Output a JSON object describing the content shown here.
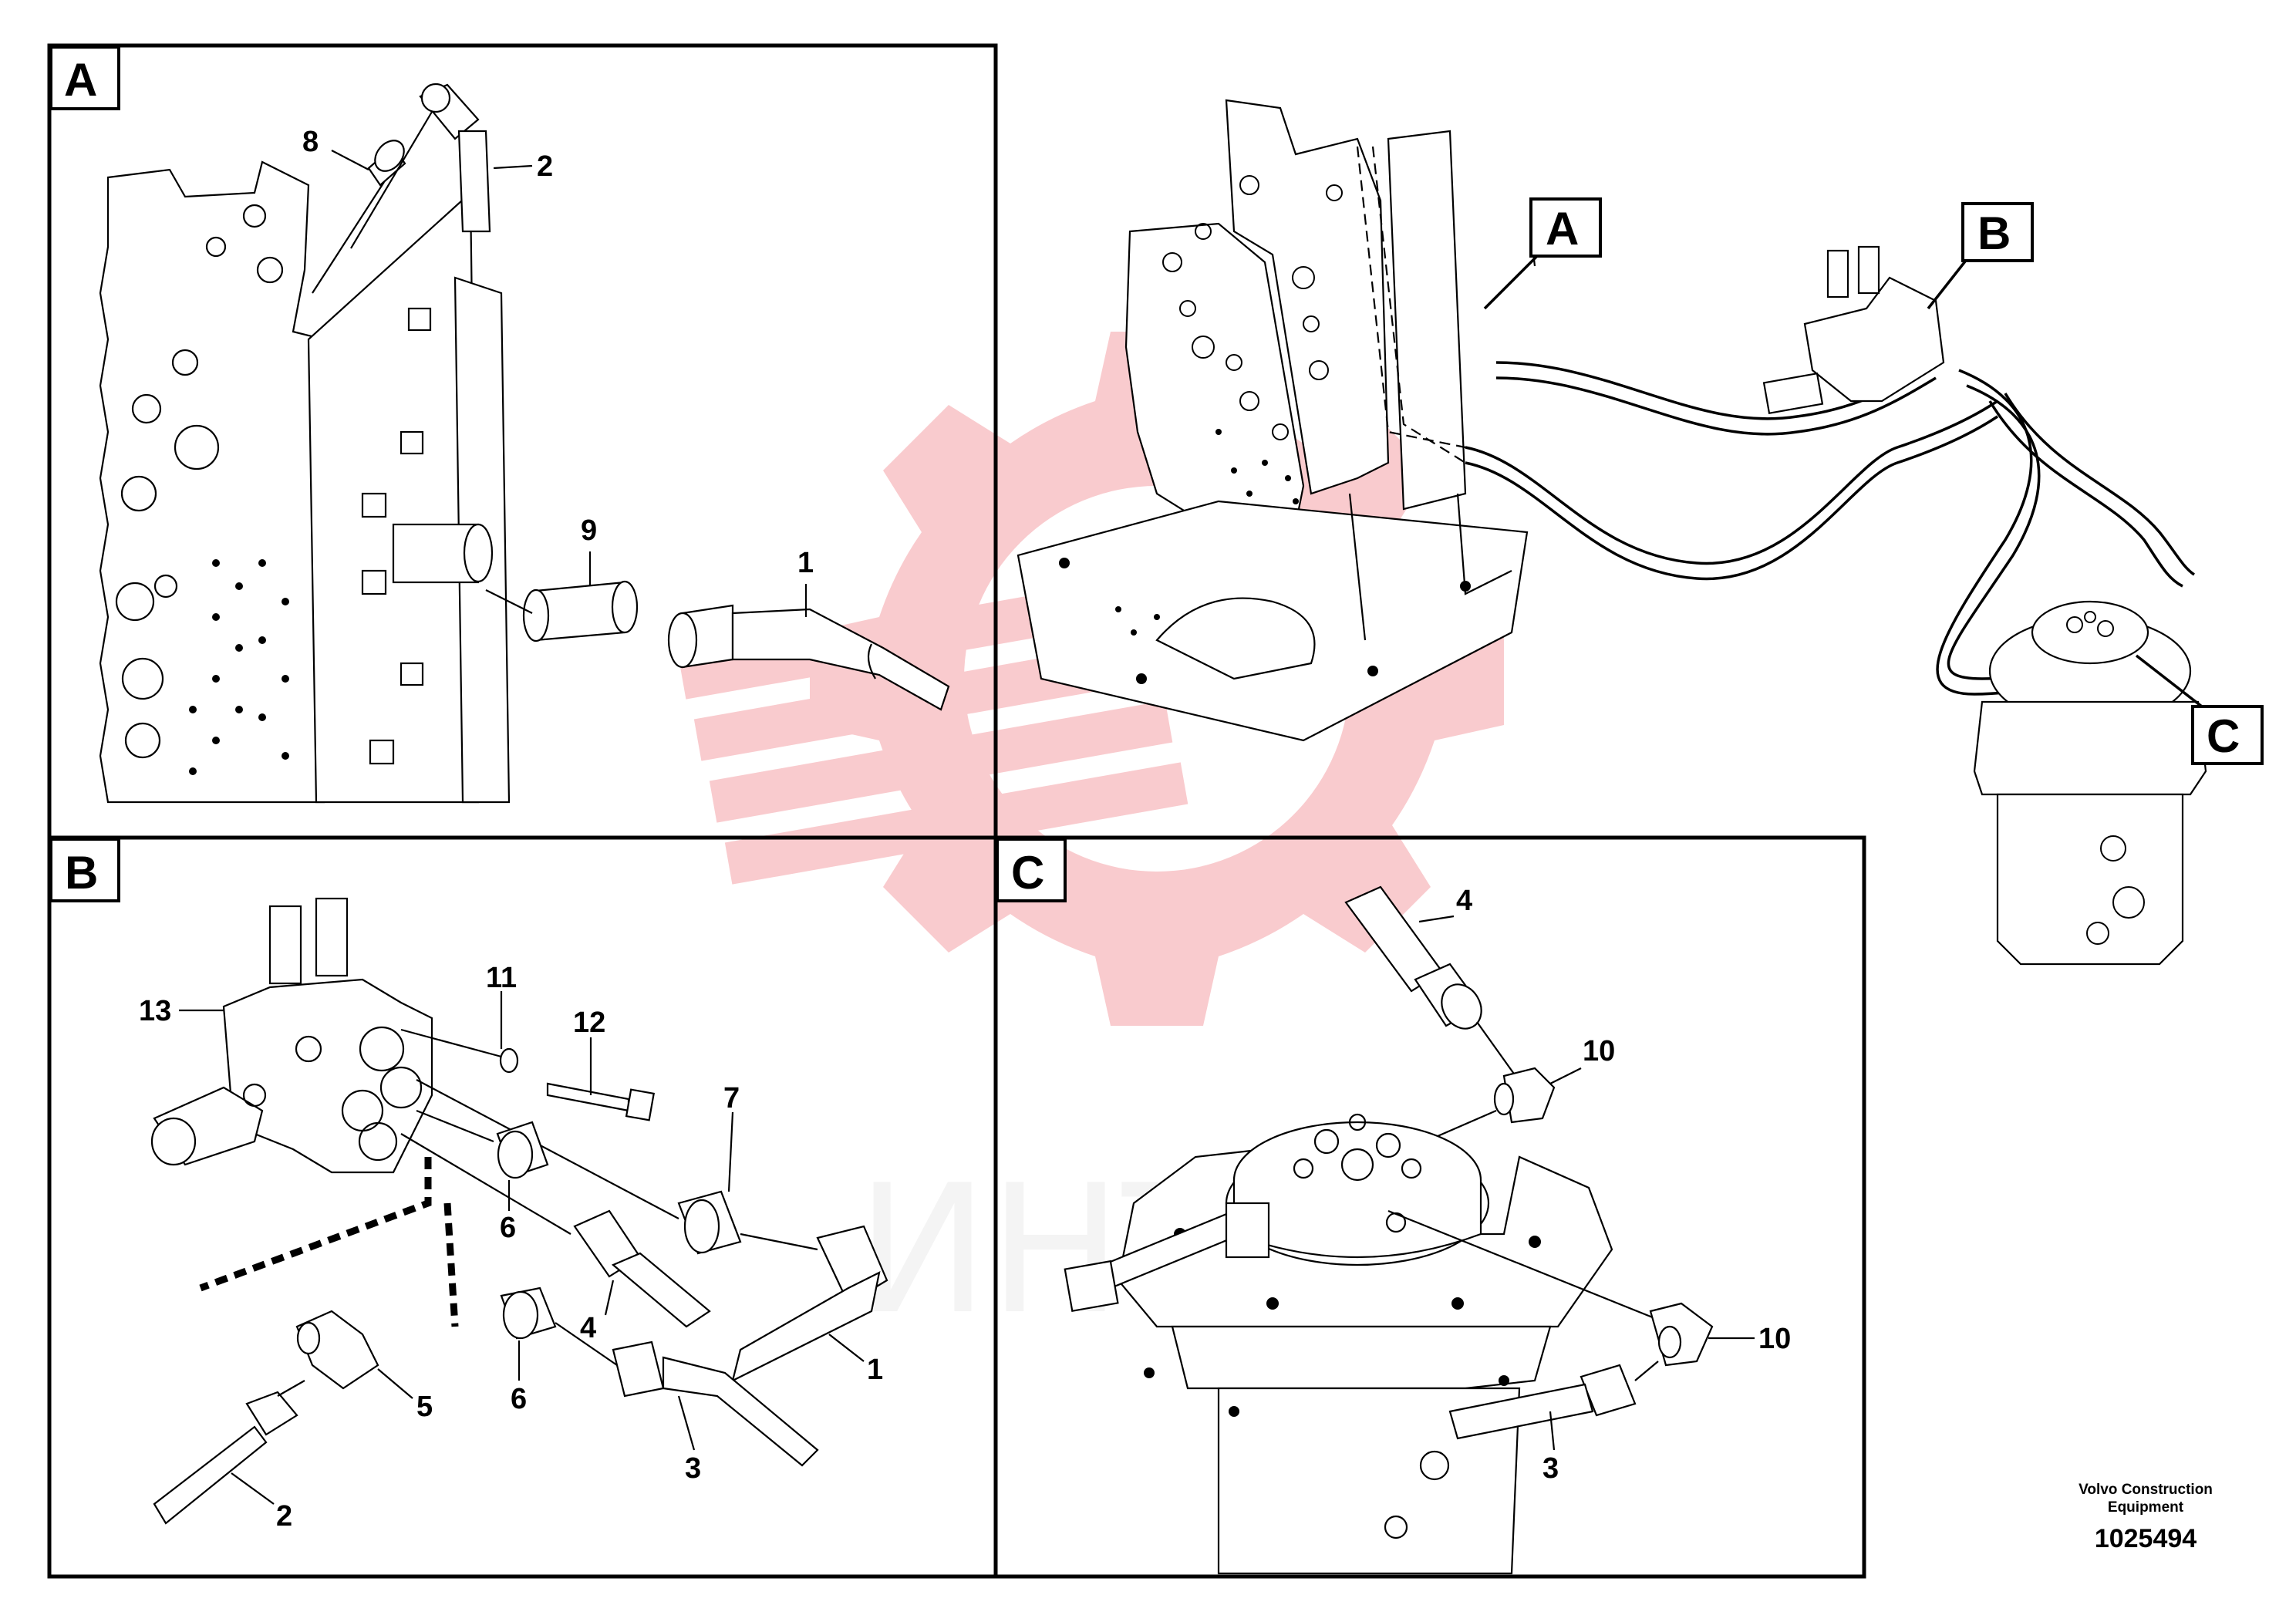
{
  "watermark": {
    "text": "ИНТЕХ",
    "color": "#e8454f"
  },
  "panels": [
    {
      "id": "A",
      "label": "A"
    },
    {
      "id": "B",
      "label": "B"
    },
    {
      "id": "C",
      "label": "C"
    }
  ],
  "overview_labels": [
    "A",
    "B",
    "C"
  ],
  "callouts": {
    "a_8": "8",
    "a_2": "2",
    "a_9": "9",
    "a_1": "1",
    "b_13": "13",
    "b_11": "11",
    "b_12": "12",
    "b_7": "7",
    "b_6a": "6",
    "b_4": "4",
    "b_5": "5",
    "b_6b": "6",
    "b_1": "1",
    "b_2": "2",
    "b_3": "3",
    "c_4": "4",
    "c_10a": "10",
    "c_10b": "10",
    "c_3": "3"
  },
  "footer": {
    "maker_line1": "Volvo Construction",
    "maker_line2": "Equipment",
    "ref_number": "1025494"
  }
}
